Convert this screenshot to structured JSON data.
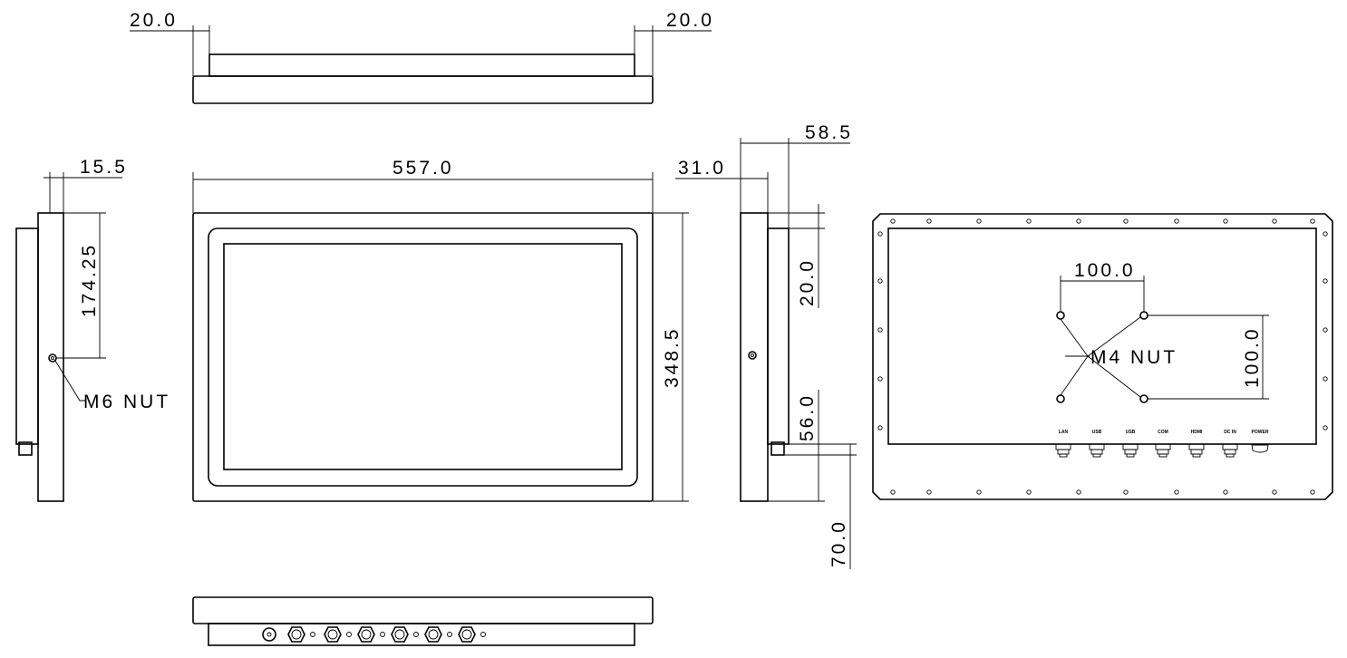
{
  "dimensions": {
    "top_left": "20.0",
    "top_right": "20.0",
    "width": "557.0",
    "height": "348.5",
    "left_depth": "15.5",
    "left_mount_height": "174.25",
    "left_nut": "M6 NUT",
    "right_depth_total": "58.5",
    "right_depth_body": "31.0",
    "right_top_offset": "20.0",
    "right_bottom_offset": "56.0",
    "right_connector": "70.0",
    "vesa_width": "100.0",
    "vesa_height": "100.0",
    "vesa_nut": "M4 NUT"
  },
  "ports": [
    "LAN",
    "USB",
    "USB",
    "COM",
    "HDMI",
    "DC IN",
    "POWER"
  ]
}
